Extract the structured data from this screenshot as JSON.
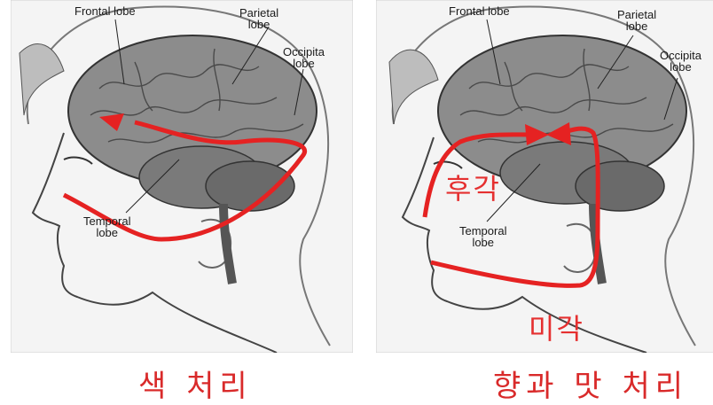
{
  "left_panel": {
    "labels": {
      "frontal": "Frontal lobe",
      "parietal": "Parietal\nlobe",
      "occipital": "Occipita\nlobe",
      "temporal": "Temporal\nlobe"
    },
    "caption": "색 처리"
  },
  "right_panel": {
    "labels": {
      "frontal": "Frontal lobe",
      "parietal": "Parietal\nlobe",
      "occipital": "Occipita\nlobe",
      "temporal": "Temporal\nlobe"
    },
    "smell_label": "후각",
    "taste_label": "미각",
    "caption": "향과 맛 처리"
  },
  "colors": {
    "pathway": "#e52222",
    "brain": "#8c8c8c",
    "sketch": "#555555"
  }
}
